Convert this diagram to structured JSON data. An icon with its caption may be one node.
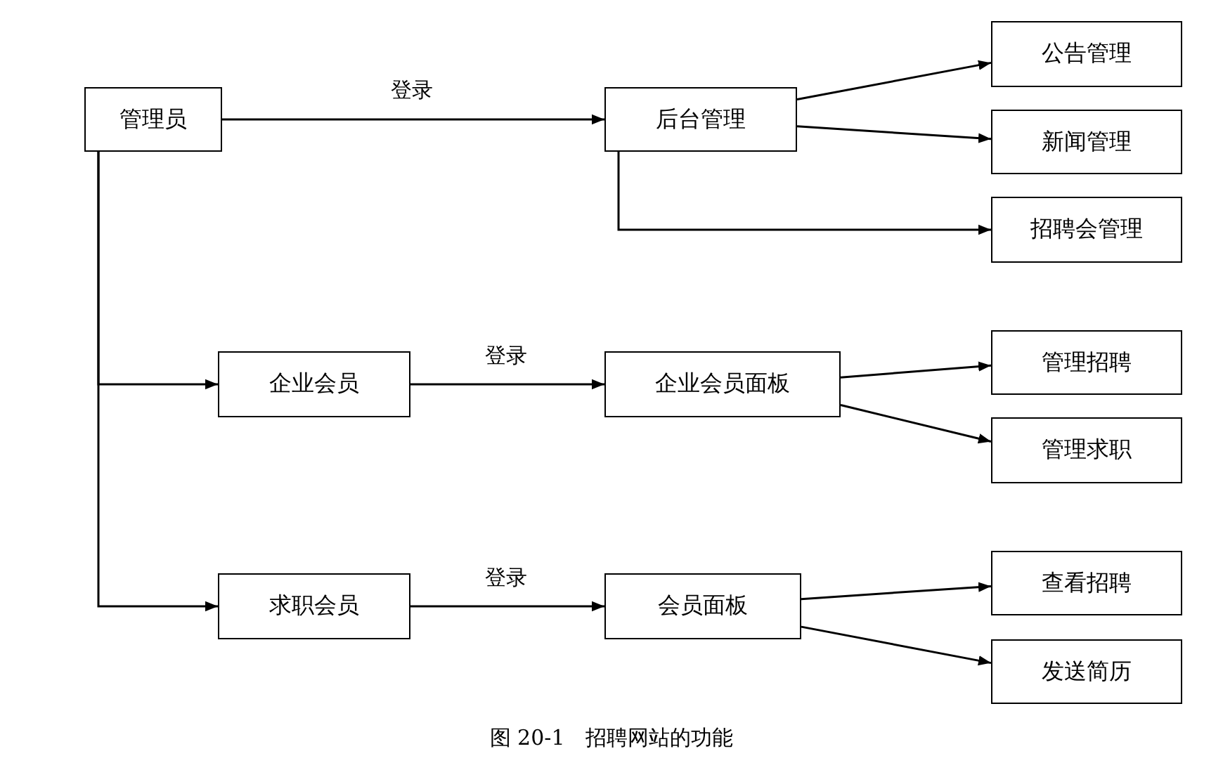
{
  "diagram": {
    "caption": "图 20-1　招聘网站的功能",
    "nodes": [
      {
        "text": [
          "管理员"
        ]
      },
      {
        "text": [
          "后台管理"
        ]
      },
      {
        "text": [
          "公告管理"
        ]
      },
      {
        "text": [
          "新闻管理"
        ]
      },
      {
        "text": [
          "招聘会管理"
        ]
      },
      {
        "text": [
          "企业会员"
        ]
      },
      {
        "text": [
          "企业会员面板"
        ]
      },
      {
        "text": [
          "管理招聘"
        ]
      },
      {
        "text": [
          "管理求职"
        ]
      },
      {
        "text": [
          "求职会员"
        ]
      },
      {
        "text": [
          "会员面板"
        ]
      },
      {
        "text": [
          "查看招聘"
        ]
      },
      {
        "text": [
          "发送简历"
        ]
      }
    ],
    "edges": [
      {
        "from": 0,
        "to": 1,
        "arrow": "to",
        "label": "登录"
      },
      {
        "from": 1,
        "to": 2,
        "arrow": "to"
      },
      {
        "from": 1,
        "to": 3,
        "arrow": "to"
      },
      {
        "from": 1,
        "to": 4,
        "arrow": "to"
      },
      {
        "from": 0,
        "to": 5,
        "arrow": "to"
      },
      {
        "from": 0,
        "to": 9,
        "arrow": "to"
      },
      {
        "from": 5,
        "to": 6,
        "arrow": "to",
        "label": "登录"
      },
      {
        "from": 6,
        "to": 7,
        "arrow": "to"
      },
      {
        "from": 6,
        "to": 8,
        "arrow": "to"
      },
      {
        "from": 9,
        "to": 10,
        "arrow": "to",
        "label": "登录"
      },
      {
        "from": 10,
        "to": 11,
        "arrow": "to"
      },
      {
        "from": 10,
        "to": 12,
        "arrow": "to"
      }
    ]
  }
}
